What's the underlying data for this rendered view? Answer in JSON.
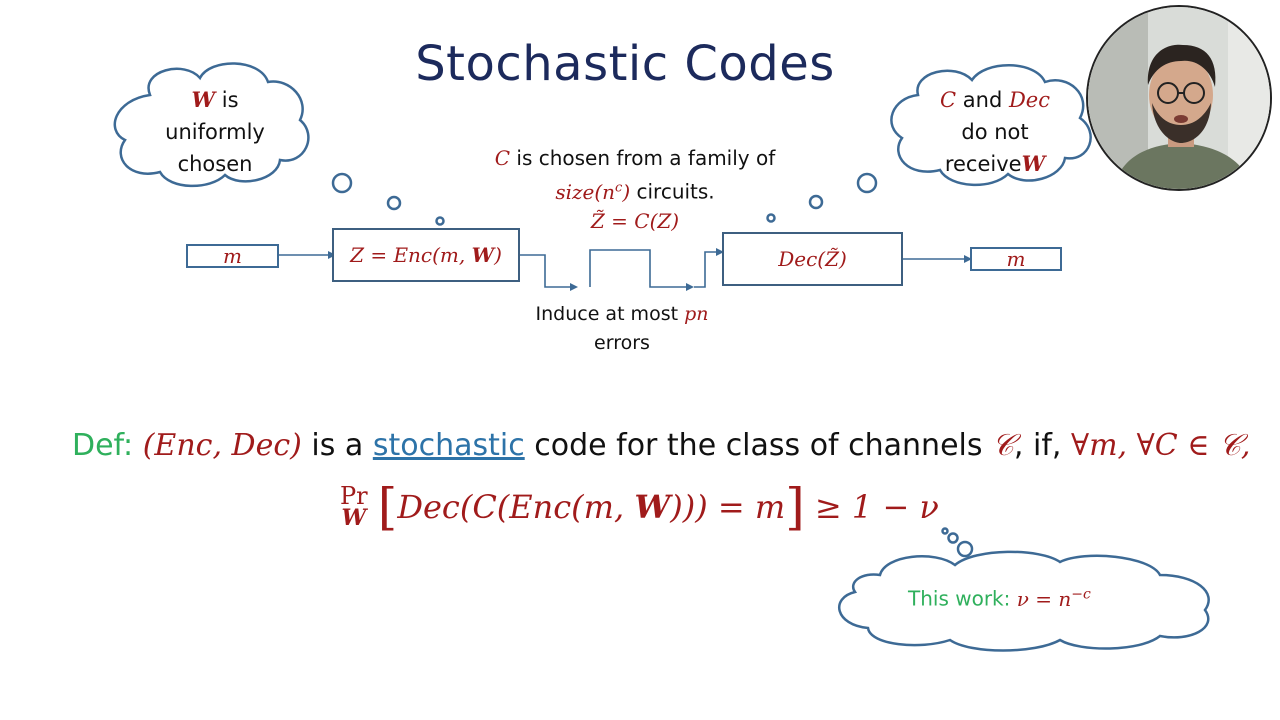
{
  "slide": {
    "title": "Stochastic Codes"
  },
  "clouds": {
    "left": {
      "var": "W",
      "line1_rest": "is",
      "line2": "uniformly",
      "line3": "chosen"
    },
    "right": {
      "var_c": "C",
      "and": "and",
      "var_dec": "Dec",
      "line2": "do not",
      "line3": "receive",
      "var_w": "W"
    },
    "bottom": {
      "label": "This work:",
      "formula": "ν = n",
      "exponent": "−c"
    }
  },
  "diagram": {
    "input_m": "m",
    "enc_box": "Z = Enc(m, ",
    "enc_w": "W",
    "enc_close": ")",
    "dec_box": "Dec(Z̃)",
    "output_m": "m",
    "channel_note": {
      "c": "C",
      "line1": "is chosen from a family of",
      "size": "size(n",
      "size_exp": "c",
      "size_close": ")",
      "line2": "circuits.",
      "line3": "Z̃ = C(Z)"
    },
    "errors_note": {
      "line1": "Induce at most",
      "pn": "pn",
      "line2": "errors"
    }
  },
  "definition": {
    "def_label": "Def:",
    "pair": "(Enc, Dec)",
    "text1": "is a",
    "stochastic": "stochastic",
    "text2": "code for the class of channels",
    "class": "𝒞",
    "text3": ", if,",
    "quantifiers": "∀m, ∀C ∈ 𝒞,",
    "pr": "Pr",
    "pr_sub": "W",
    "bracket_open": "[",
    "dec": "Dec",
    "inner": "(C(Enc(m, ",
    "inner_w": "W",
    "inner_close": "))) = m",
    "bracket_close": "]",
    "rhs": "≥ 1 − ν"
  },
  "icons": {
    "webcam": "webcam-speaker-icon"
  }
}
